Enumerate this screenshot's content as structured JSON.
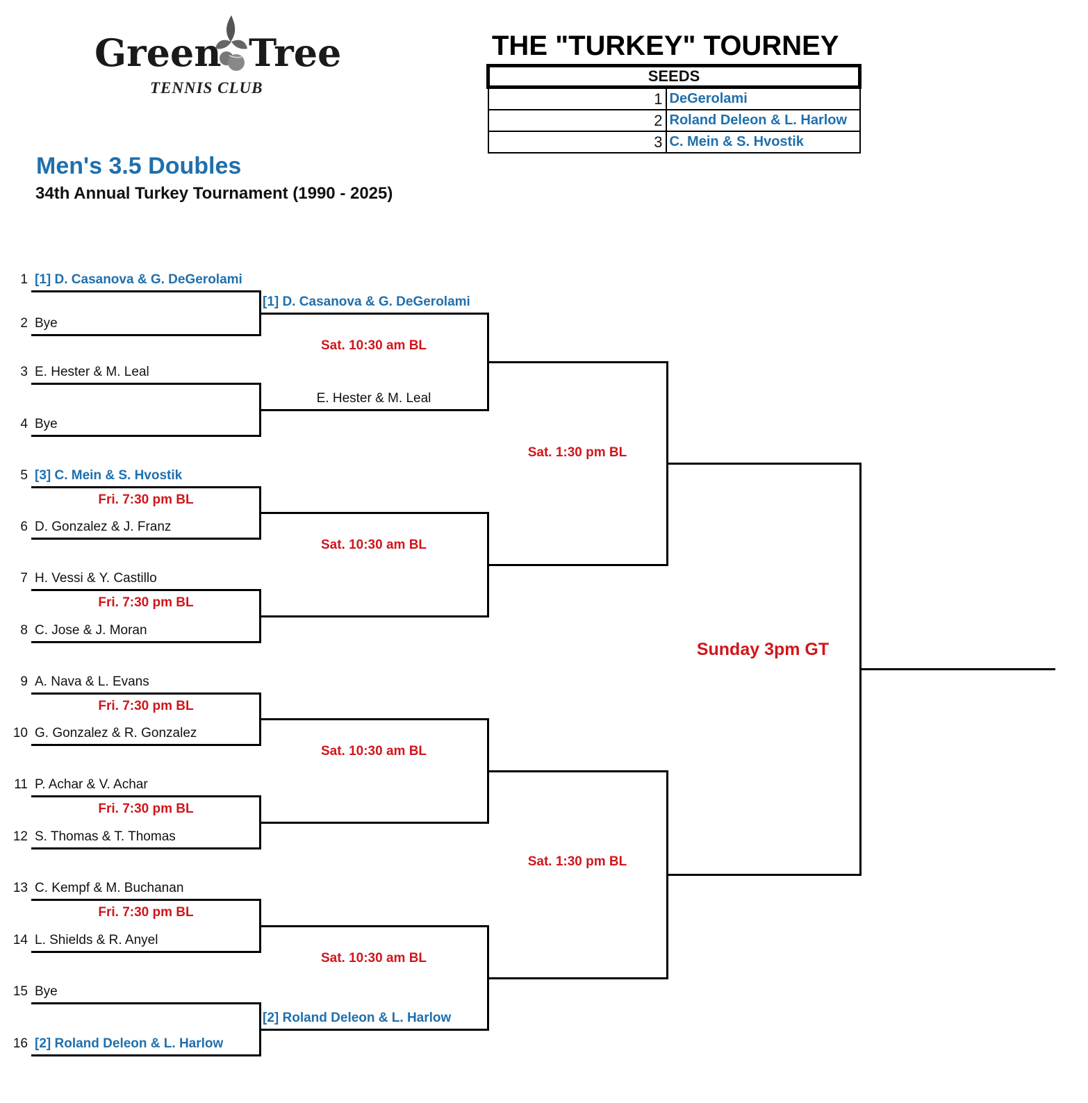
{
  "logo": {
    "word_left": "Green",
    "word_right": "Tree",
    "subtitle": "TENNIS CLUB"
  },
  "header": {
    "title": "THE \"TURKEY\" TOURNEY"
  },
  "seeds": {
    "heading": "SEEDS",
    "rows": [
      {
        "num": "1",
        "name": "DeGerolami"
      },
      {
        "num": "2",
        "name": "Roland Deleon & L. Harlow"
      },
      {
        "num": "3",
        "name": "C. Mein & S. Hvostik"
      }
    ]
  },
  "event": {
    "title": "Men's 3.5 Doubles",
    "subtitle": "34th Annual Turkey Tournament (1990 - 2025)"
  },
  "round1": [
    {
      "num": "1",
      "team": "[1] D. Casanova & G. DeGerolami",
      "seeded": true
    },
    {
      "num": "2",
      "team": "Bye",
      "seeded": false
    },
    {
      "num": "3",
      "team": "E. Hester & M. Leal",
      "seeded": false
    },
    {
      "num": "4",
      "team": "Bye",
      "seeded": false
    },
    {
      "num": "5",
      "team": "[3] C. Mein & S. Hvostik",
      "seeded": true
    },
    {
      "num": "6",
      "team": "D. Gonzalez & J. Franz",
      "seeded": false
    },
    {
      "num": "7",
      "team": "H. Vessi & Y. Castillo",
      "seeded": false
    },
    {
      "num": "8",
      "team": "C. Jose & J. Moran",
      "seeded": false
    },
    {
      "num": "9",
      "team": "A. Nava & L. Evans",
      "seeded": false
    },
    {
      "num": "10",
      "team": "G. Gonzalez & R. Gonzalez",
      "seeded": false
    },
    {
      "num": "11",
      "team": "P. Achar & V. Achar",
      "seeded": false
    },
    {
      "num": "12",
      "team": "S. Thomas & T. Thomas",
      "seeded": false
    },
    {
      "num": "13",
      "team": "C. Kempf & M. Buchanan",
      "seeded": false
    },
    {
      "num": "14",
      "team": "L. Shields & R. Anyel",
      "seeded": false
    },
    {
      "num": "15",
      "team": "Bye",
      "seeded": false
    },
    {
      "num": "16",
      "team": "[2] Roland Deleon & L. Harlow",
      "seeded": true
    }
  ],
  "round1_schedule": [
    "Fri. 7:30 pm BL",
    "Fri. 7:30 pm BL",
    "Fri. 7:30 pm BL",
    "Fri. 7:30 pm BL",
    "Fri. 7:30 pm BL"
  ],
  "round2_advanced": [
    {
      "team": "[1] D. Casanova & G. DeGerolami",
      "seeded": true
    },
    {
      "team": "E. Hester & M. Leal",
      "seeded": false
    },
    {
      "team": "[2] Roland Deleon & L. Harlow",
      "seeded": true
    }
  ],
  "round2_schedule": [
    "Sat. 10:30 am BL",
    "Sat. 10:30 am BL",
    "Sat. 10:30 am BL",
    "Sat. 10:30 am BL"
  ],
  "semifinal_schedule": [
    "Sat. 1:30 pm BL",
    "Sat. 1:30 pm BL"
  ],
  "final_schedule": "Sunday 3pm  GT",
  "colors": {
    "seeded": "#1f6fad",
    "schedule": "#d0161b",
    "lines": "#000000"
  }
}
